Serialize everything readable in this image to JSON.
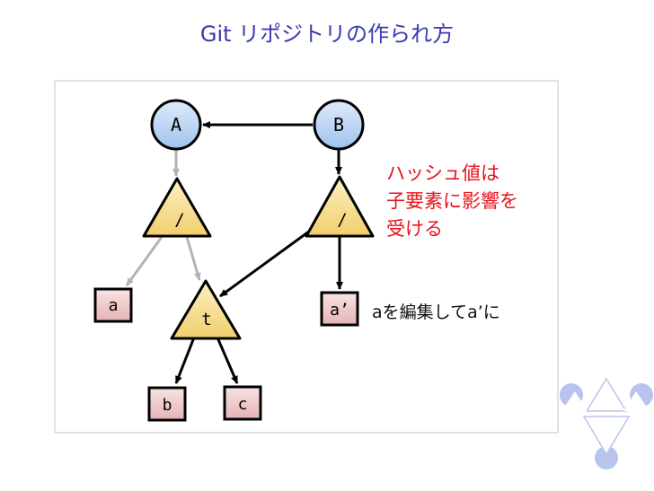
{
  "title": "Git リポジトリの作られ方",
  "nodes": {
    "commit_a": "A",
    "commit_b": "B",
    "tree_root_a": "/",
    "tree_root_b": "/",
    "tree_t": "t",
    "blob_a": "a",
    "blob_a_prime": "a’",
    "blob_b": "b",
    "blob_c": "c"
  },
  "notes": {
    "hash_line1": "ハッシュ値は",
    "hash_line2": "子要素に影響を",
    "hash_line3": "受ける",
    "edit_note": "aを編集してa’に"
  },
  "colors": {
    "title": "#3a3ab0",
    "commit_fill": "#c9ddf3",
    "tree_fill": "#f7df96",
    "blob_fill": "#f2cfd0",
    "note_red": "#e8121c",
    "old_edge": "#b3b3b3",
    "new_edge": "#000000",
    "decoration": "#b8c4ee"
  }
}
